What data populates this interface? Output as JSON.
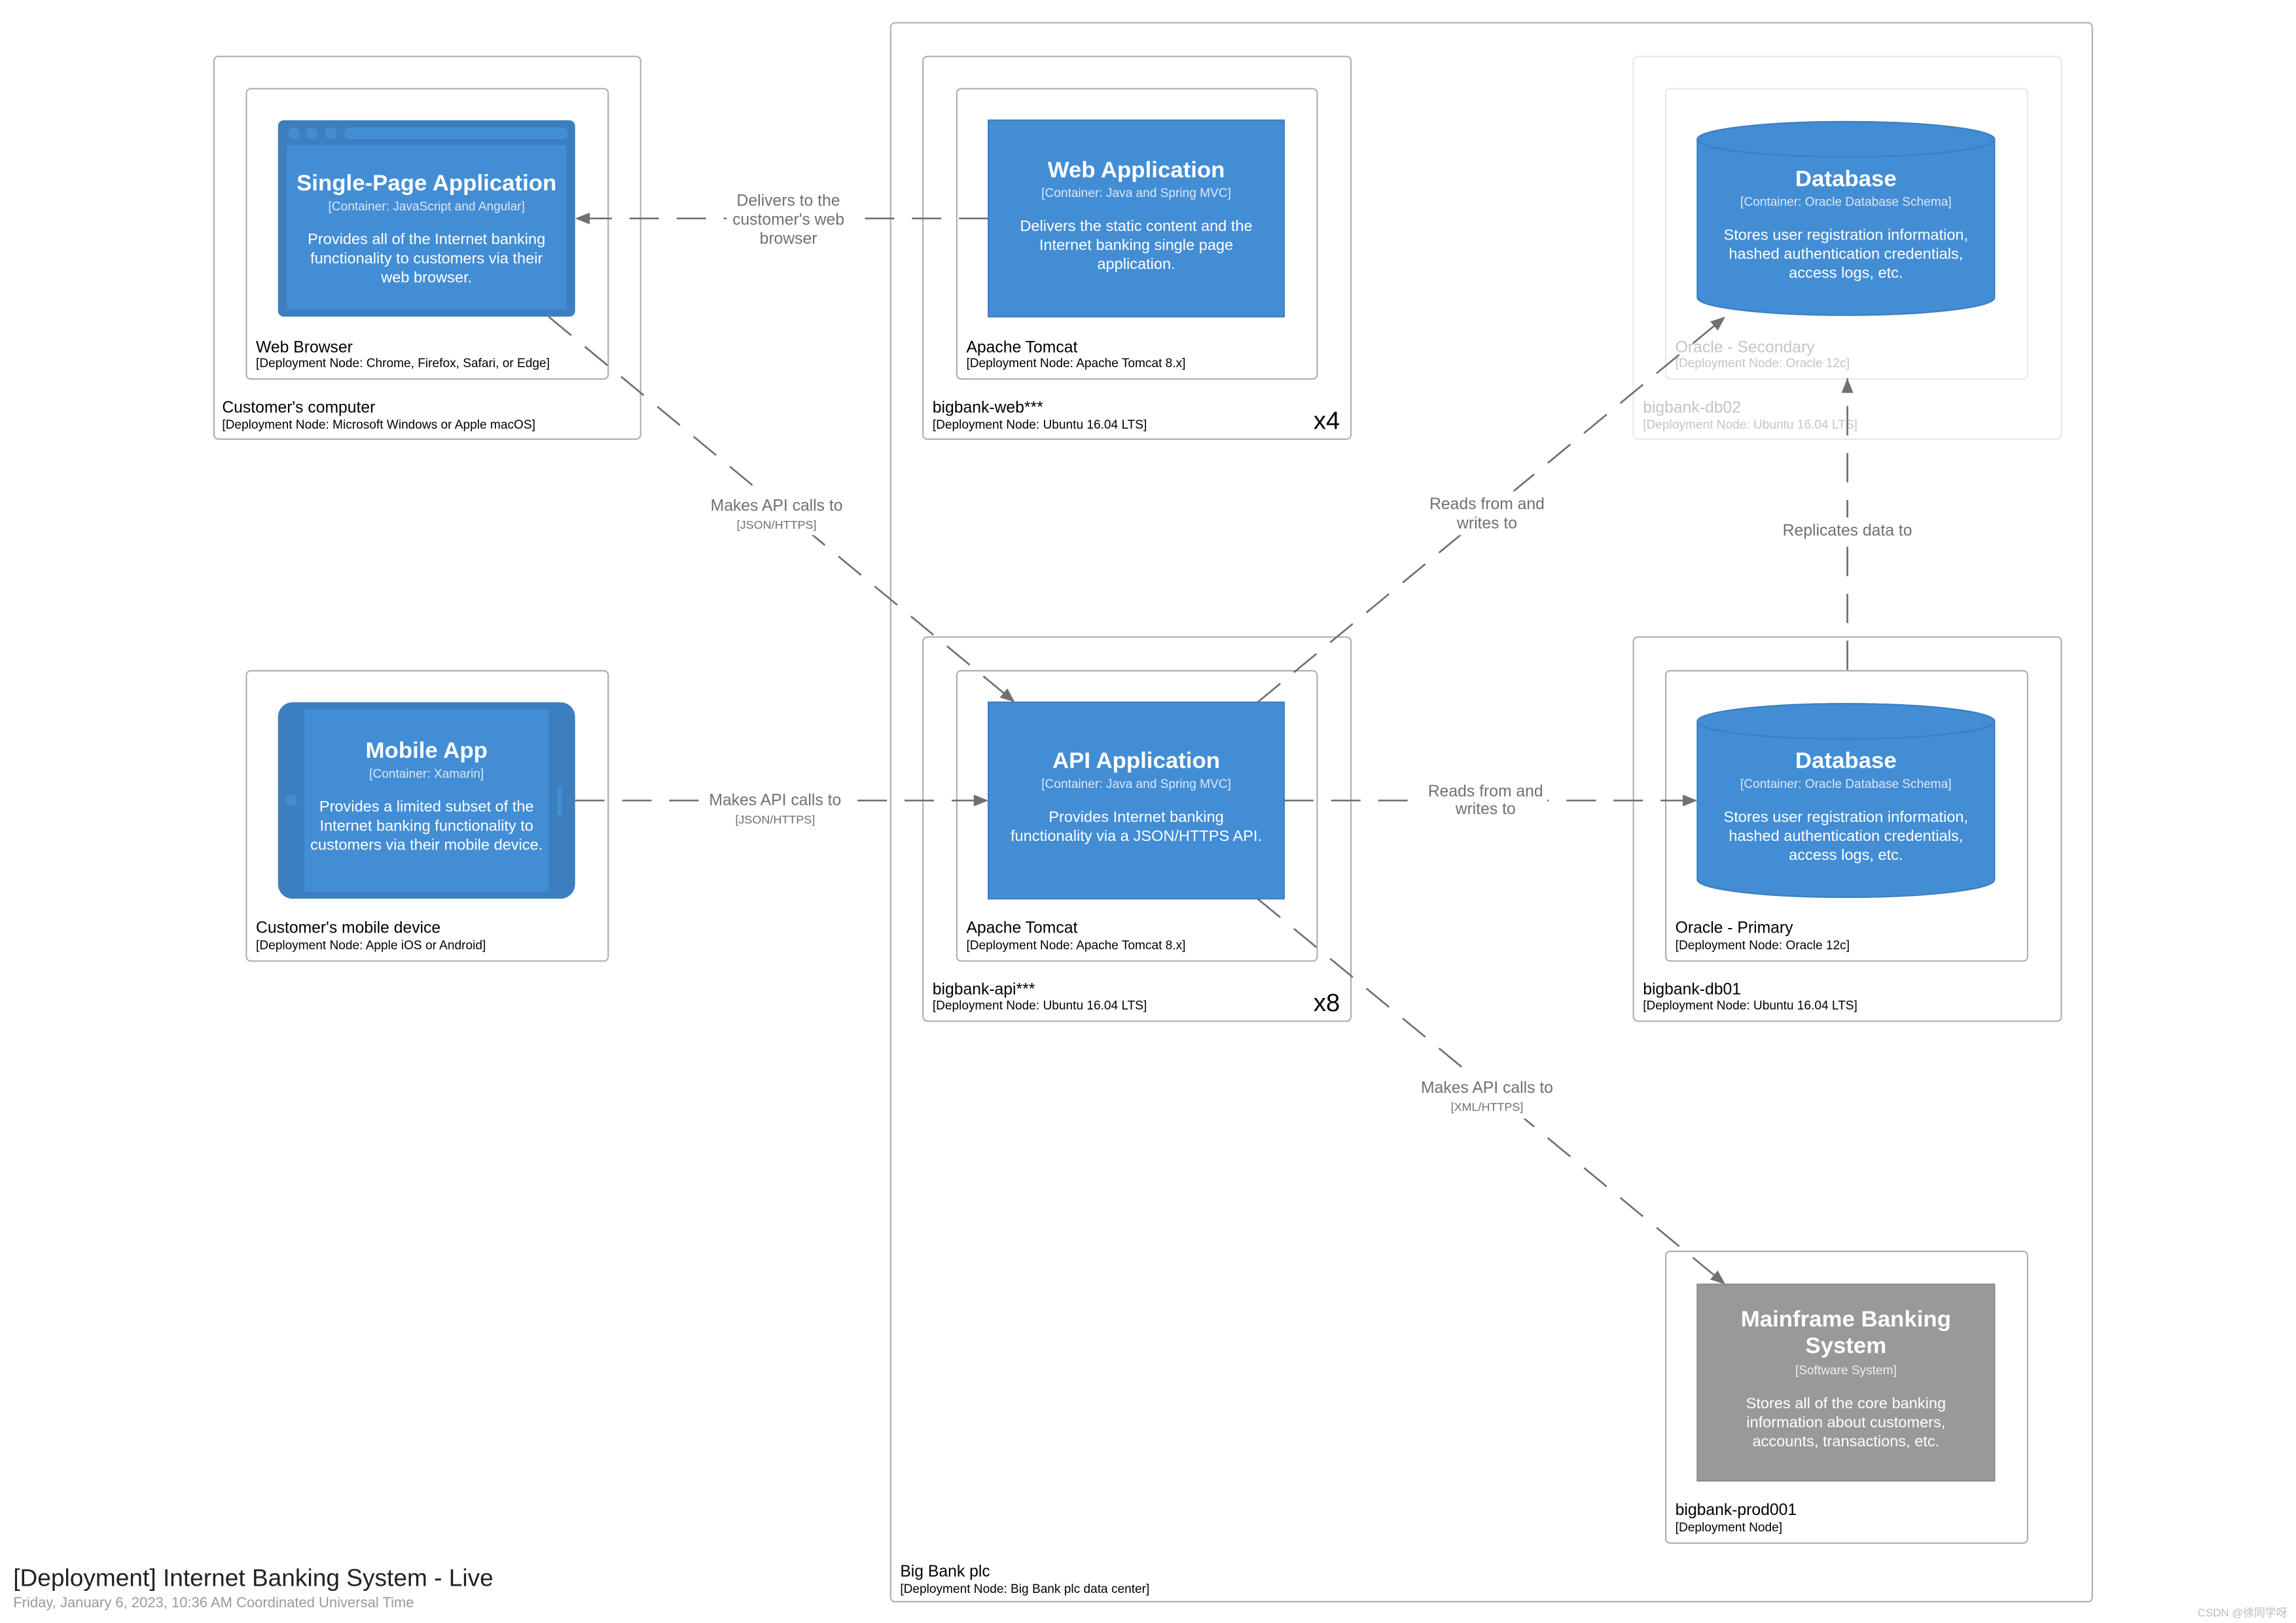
{
  "diagram": {
    "title": "[Deployment] Internet Banking System - Live",
    "timestamp": "Friday, January 6, 2023, 10:36 AM Coordinated Universal Time",
    "watermark": "CSDN @徐同学呀"
  },
  "colors": {
    "container": "#438dd5",
    "container_border": "#3c7fc0",
    "container_text": "#ffffff",
    "software_system": "#999999",
    "software_system_border": "#8a8a8a",
    "relationship": "#707070",
    "node_border": "#aaaaaa",
    "faded_node_border": "#e6e6e6",
    "faded_node_text": "#c4c4c4"
  },
  "deployment_nodes": {
    "customers_computer": {
      "name": "Customer's computer",
      "technology": "[Deployment Node: Microsoft Windows or Apple macOS]"
    },
    "web_browser": {
      "name": "Web Browser",
      "technology": "[Deployment Node: Chrome, Firefox, Safari, or Edge]"
    },
    "customers_mobile_device": {
      "name": "Customer's mobile device",
      "technology": "[Deployment Node: Apple iOS or Android]"
    },
    "big_bank_plc": {
      "name": "Big Bank plc",
      "technology": "[Deployment Node: Big Bank plc data center]"
    },
    "bigbank_web": {
      "name": "bigbank-web***",
      "technology": "[Deployment Node: Ubuntu 16.04 LTS]",
      "instances": "x4"
    },
    "bigbank_web_tomcat": {
      "name": "Apache Tomcat",
      "technology": "[Deployment Node: Apache Tomcat 8.x]"
    },
    "bigbank_api": {
      "name": "bigbank-api***",
      "technology": "[Deployment Node: Ubuntu 16.04 LTS]",
      "instances": "x8"
    },
    "bigbank_api_tomcat": {
      "name": "Apache Tomcat",
      "technology": "[Deployment Node: Apache Tomcat 8.x]"
    },
    "bigbank_db01": {
      "name": "bigbank-db01",
      "technology": "[Deployment Node: Ubuntu 16.04 LTS]"
    },
    "oracle_primary": {
      "name": "Oracle - Primary",
      "technology": "[Deployment Node: Oracle 12c]"
    },
    "bigbank_db02": {
      "name": "bigbank-db02",
      "technology": "[Deployment Node: Ubuntu 16.04 LTS]"
    },
    "oracle_secondary": {
      "name": "Oracle - Secondary",
      "technology": "[Deployment Node: Oracle 12c]"
    },
    "bigbank_prod001": {
      "name": "bigbank-prod001",
      "technology": "[Deployment Node]"
    }
  },
  "elements": {
    "single_page_application": {
      "name": "Single-Page Application",
      "type": "[Container: JavaScript and Angular]",
      "description": [
        "Provides all of the Internet banking",
        "functionality to customers via their",
        "web browser."
      ]
    },
    "mobile_app": {
      "name": "Mobile App",
      "type": "[Container: Xamarin]",
      "description": [
        "Provides a limited subset of the",
        "Internet banking functionality to",
        "customers via their mobile device."
      ]
    },
    "web_application": {
      "name": "Web Application",
      "type": "[Container: Java and Spring MVC]",
      "description": [
        "Delivers the static content and the",
        "Internet banking single page",
        "application."
      ]
    },
    "api_application": {
      "name": "API Application",
      "type": "[Container: Java and Spring MVC]",
      "description": [
        "Provides Internet banking",
        "functionality via a JSON/HTTPS API."
      ]
    },
    "database_secondary": {
      "name": "Database",
      "type": "[Container: Oracle Database Schema]",
      "description": [
        "Stores user registration information,",
        "hashed authentication credentials,",
        "access logs, etc."
      ]
    },
    "database_primary": {
      "name": "Database",
      "type": "[Container: Oracle Database Schema]",
      "description": [
        "Stores user registration information,",
        "hashed authentication credentials,",
        "access logs, etc."
      ]
    },
    "mainframe_banking_system": {
      "name": [
        "Mainframe Banking",
        "System"
      ],
      "type": "[Software System]",
      "description": [
        "Stores all of the core banking",
        "information about customers,",
        "accounts, transactions, etc."
      ]
    }
  },
  "relationships": {
    "web_app_to_spa": {
      "description": [
        "Delivers to the",
        "customer's web",
        "browser"
      ]
    },
    "spa_to_api": {
      "description": [
        "Makes API calls to"
      ],
      "technology": "[JSON/HTTPS]"
    },
    "mobile_to_api": {
      "description": [
        "Makes API calls to"
      ],
      "technology": "[JSON/HTTPS]"
    },
    "api_to_db_secondary": {
      "description": [
        "Reads from and",
        "writes to"
      ]
    },
    "api_to_db_primary": {
      "description": [
        "Reads from and",
        "writes to"
      ]
    },
    "db_primary_to_db_secondary": {
      "description": [
        "Replicates data to"
      ]
    },
    "api_to_mainframe": {
      "description": [
        "Makes API calls to"
      ],
      "technology": "[XML/HTTPS]"
    }
  }
}
